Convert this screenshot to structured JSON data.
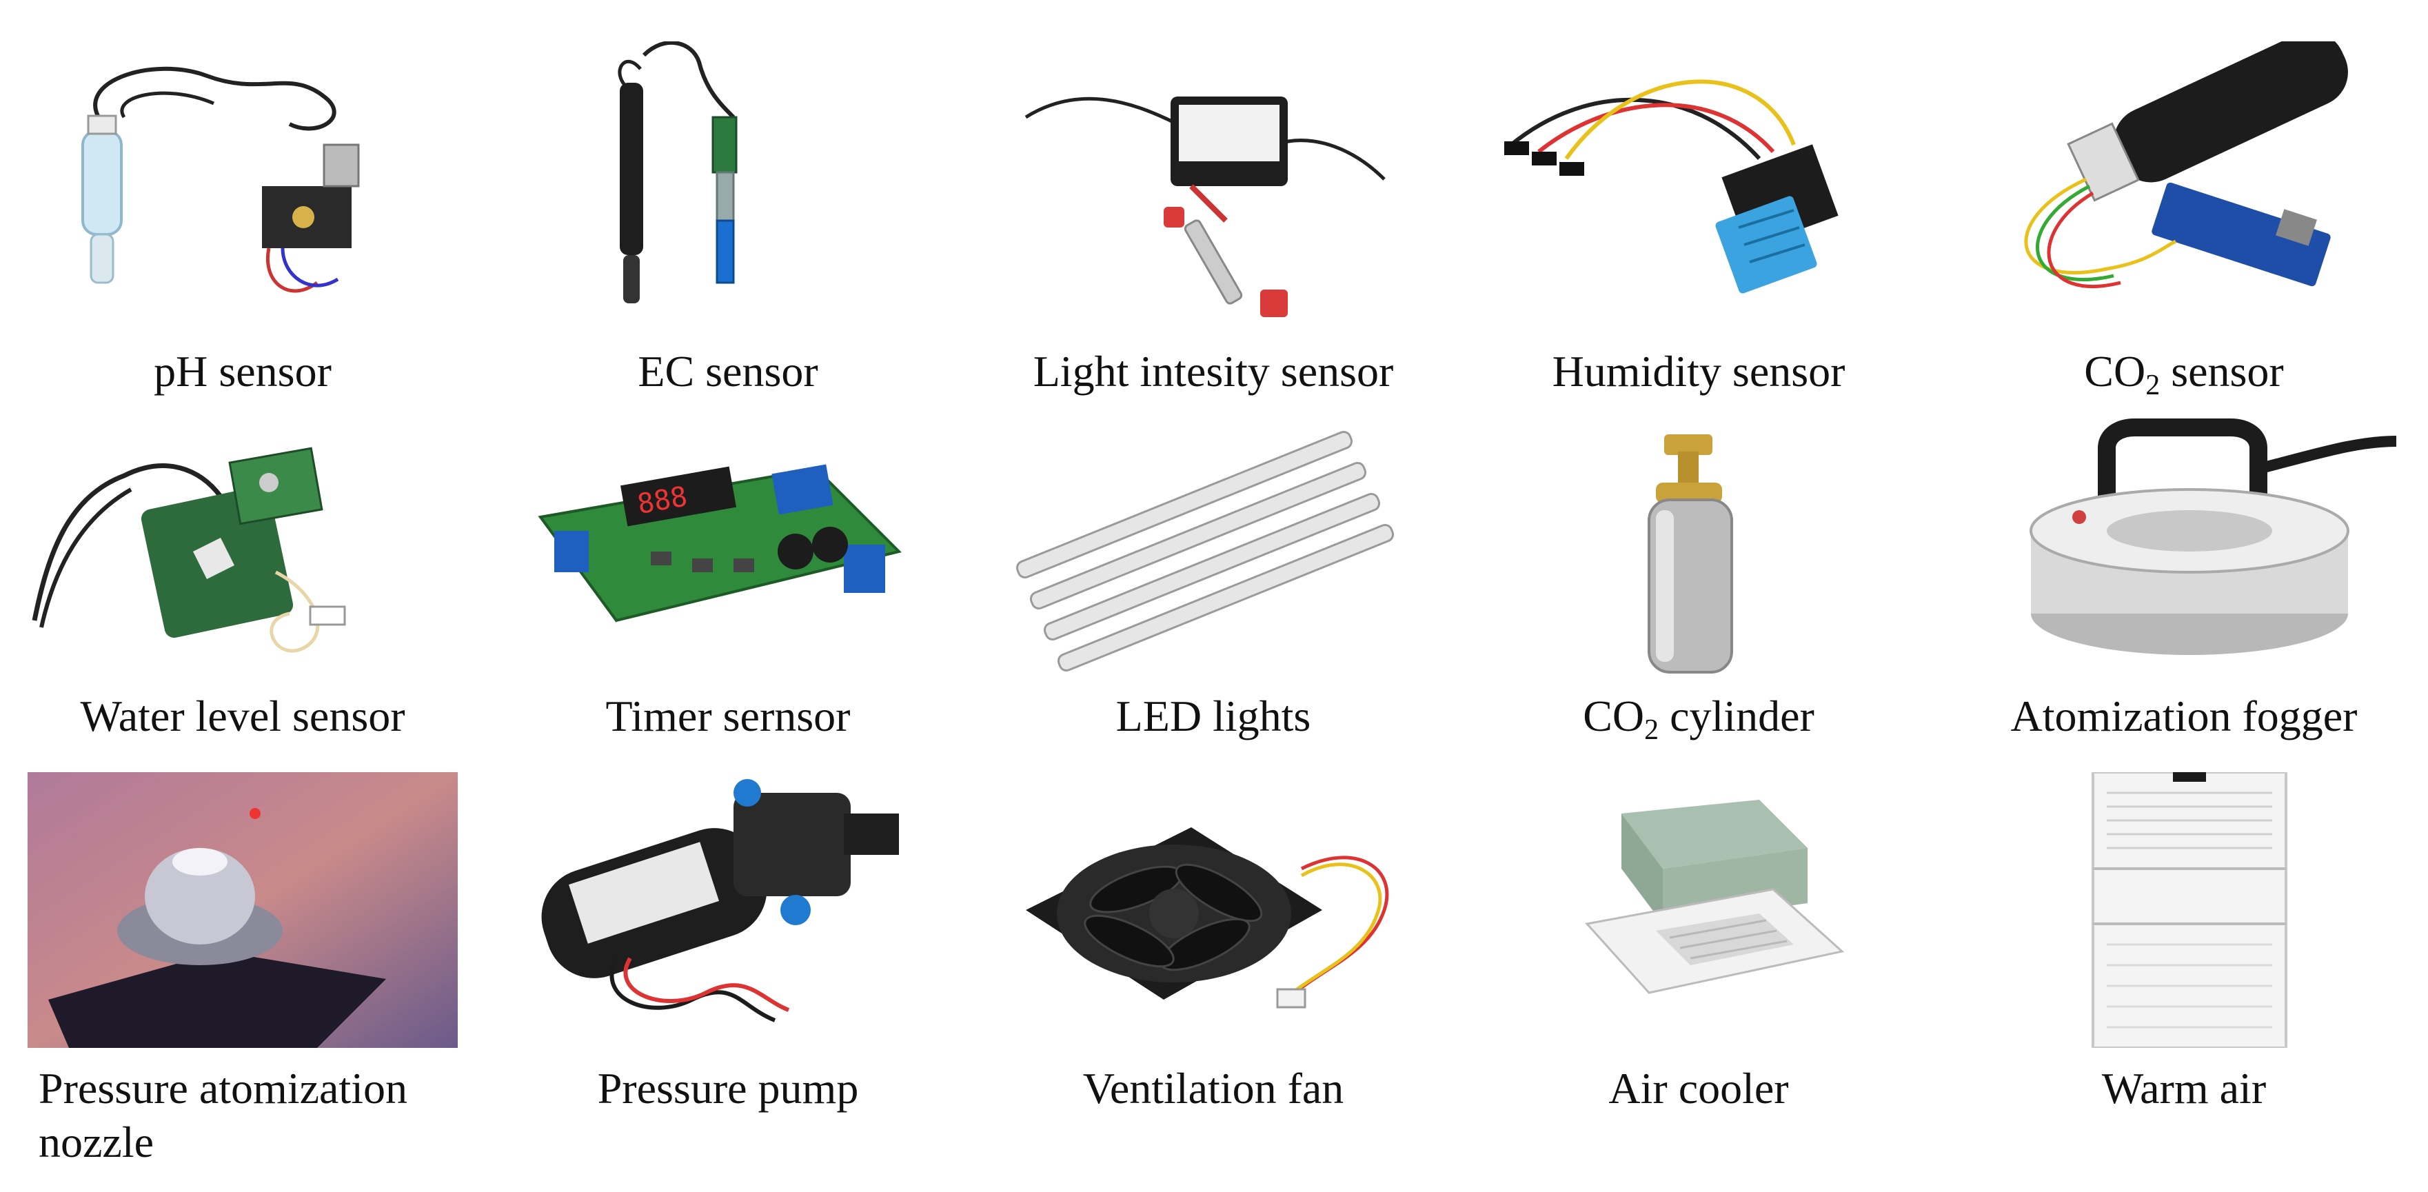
{
  "figure": {
    "items": [
      {
        "label": "pH sensor",
        "icon": "ph-sensor-probe-icon"
      },
      {
        "label": "EC sensor",
        "icon": "ec-sensor-probe-icon"
      },
      {
        "label": "Light intesity sensor",
        "icon": "light-sensor-box-icon"
      },
      {
        "label": "Humidity sensor",
        "icon": "humidity-sensor-module-icon"
      },
      {
        "label_main": "CO",
        "label_sub": "2",
        "label_tail": " sensor",
        "icon": "co2-sensor-tube-icon"
      },
      {
        "label": "Water level sensor",
        "icon": "water-level-sensor-icon"
      },
      {
        "label": "Timer sernsor",
        "icon": "timer-relay-board-icon"
      },
      {
        "label": "LED lights",
        "icon": "led-light-bars-icon"
      },
      {
        "label_main": "CO",
        "label_sub": "2",
        "label_tail": " cylinder",
        "icon": "co2-cylinder-icon"
      },
      {
        "label": "Atomization fogger",
        "icon": "atomization-fogger-icon"
      },
      {
        "label": "Pressure atomization nozzle",
        "icon": "pressure-nozzle-photo-icon"
      },
      {
        "label": "Pressure pump",
        "icon": "pressure-pump-icon"
      },
      {
        "label": "Ventilation fan",
        "icon": "ventilation-fan-icon"
      },
      {
        "label": "Air cooler",
        "icon": "cassette-air-cooler-icon"
      },
      {
        "label": "Warm air",
        "icon": "warm-air-cabinet-icon"
      }
    ]
  }
}
